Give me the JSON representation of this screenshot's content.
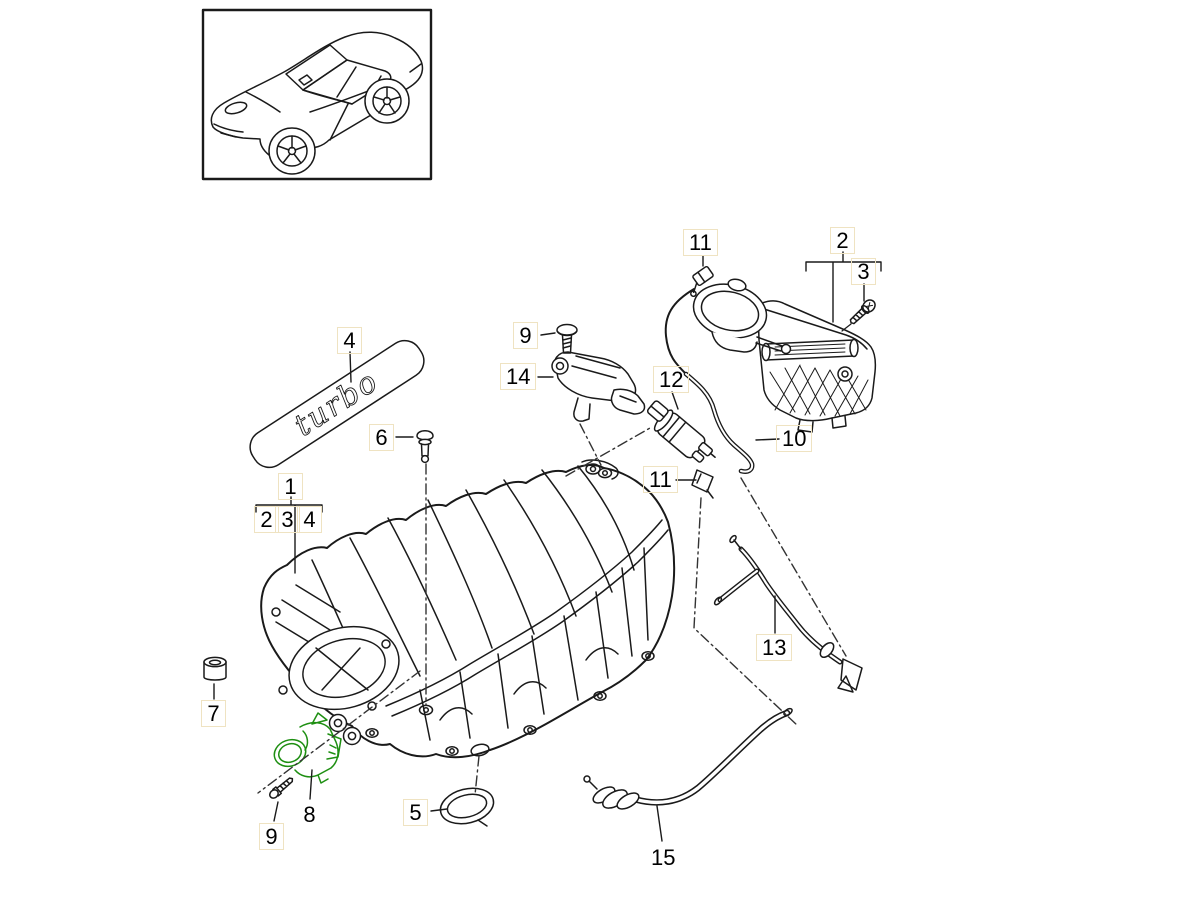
{
  "colors": {
    "line": "#1a1a1a",
    "highlight_green": "#1e8f12",
    "callout_frame": "#efe3c2",
    "background": "#ffffff"
  },
  "icons": {
    "vehicle_thumbnail": "porsche-panamera-line-drawing",
    "main_drawing": "intake-manifold-exploded-view"
  },
  "diagram": {
    "badge_text": "turbo",
    "callouts": [
      {
        "id": "4",
        "label": "4"
      },
      {
        "id": "6",
        "label": "6"
      },
      {
        "id": "9-top",
        "label": "9"
      },
      {
        "id": "14",
        "label": "14"
      },
      {
        "id": "11-top",
        "label": "11"
      },
      {
        "id": "2",
        "label": "2"
      },
      {
        "id": "3",
        "label": "3"
      },
      {
        "id": "12",
        "label": "12"
      },
      {
        "id": "10",
        "label": "10"
      },
      {
        "id": "11-bottom",
        "label": "11"
      },
      {
        "id": "1",
        "label": "1"
      },
      {
        "id": "1-sub-2",
        "label": "2"
      },
      {
        "id": "1-sub-3",
        "label": "3"
      },
      {
        "id": "1-sub-4",
        "label": "4"
      },
      {
        "id": "13",
        "label": "13"
      },
      {
        "id": "7",
        "label": "7"
      },
      {
        "id": "8",
        "label": "8"
      },
      {
        "id": "9-bottom",
        "label": "9"
      },
      {
        "id": "5",
        "label": "5"
      },
      {
        "id": "15",
        "label": "15"
      }
    ]
  }
}
